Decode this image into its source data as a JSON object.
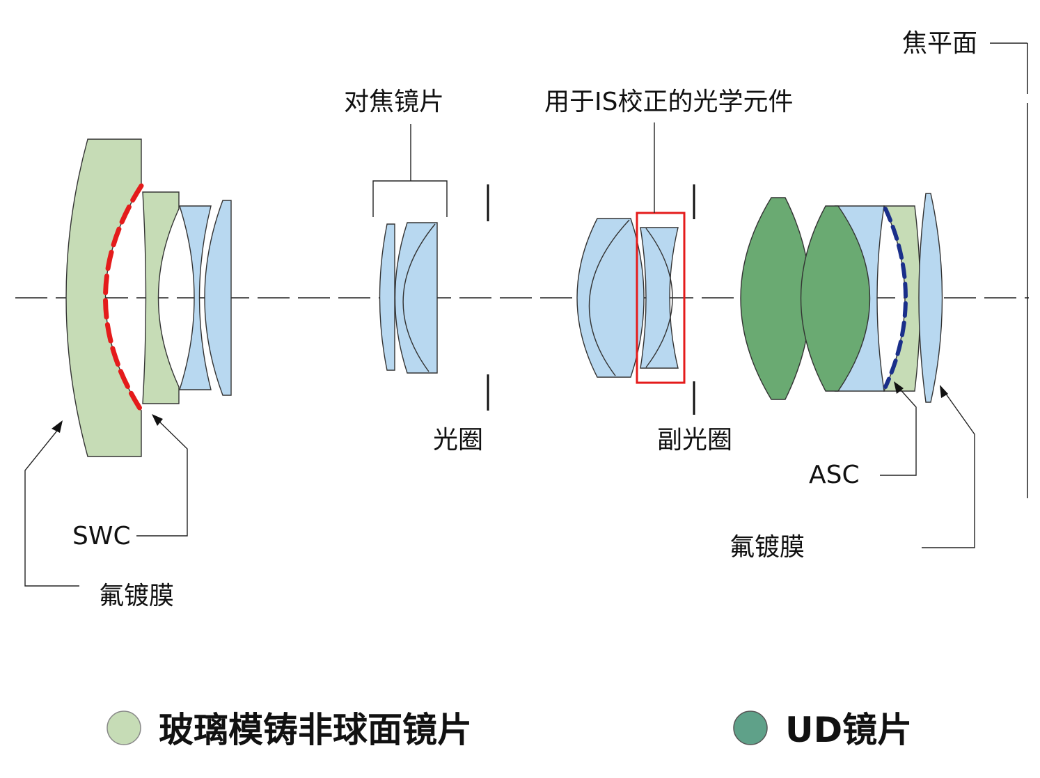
{
  "labels": {
    "focal_plane": "焦平面",
    "focus_lens": "对焦镜片",
    "is_optics": "用于IS校正的光学元件",
    "aperture": "光圈",
    "sub_aperture": "副光圈",
    "swc": "SWC",
    "asc": "ASC",
    "fluorine_coating_left": "氟镀膜",
    "fluorine_coating_right": "氟镀膜"
  },
  "legend": {
    "glass_molded_aspherical": "玻璃模铸非球面镜片",
    "ud_lens": "UD镜片"
  },
  "colors": {
    "glass_molded_aspherical": "#c6dcb6",
    "ud_lens": "#5fa189",
    "ud_lens_fill": "#6aaa72",
    "standard_lens": "#b8d8f0",
    "swc_coating": "#e41b1b",
    "asc_coating": "#1a2f8a",
    "is_box": "#e41b1b"
  }
}
